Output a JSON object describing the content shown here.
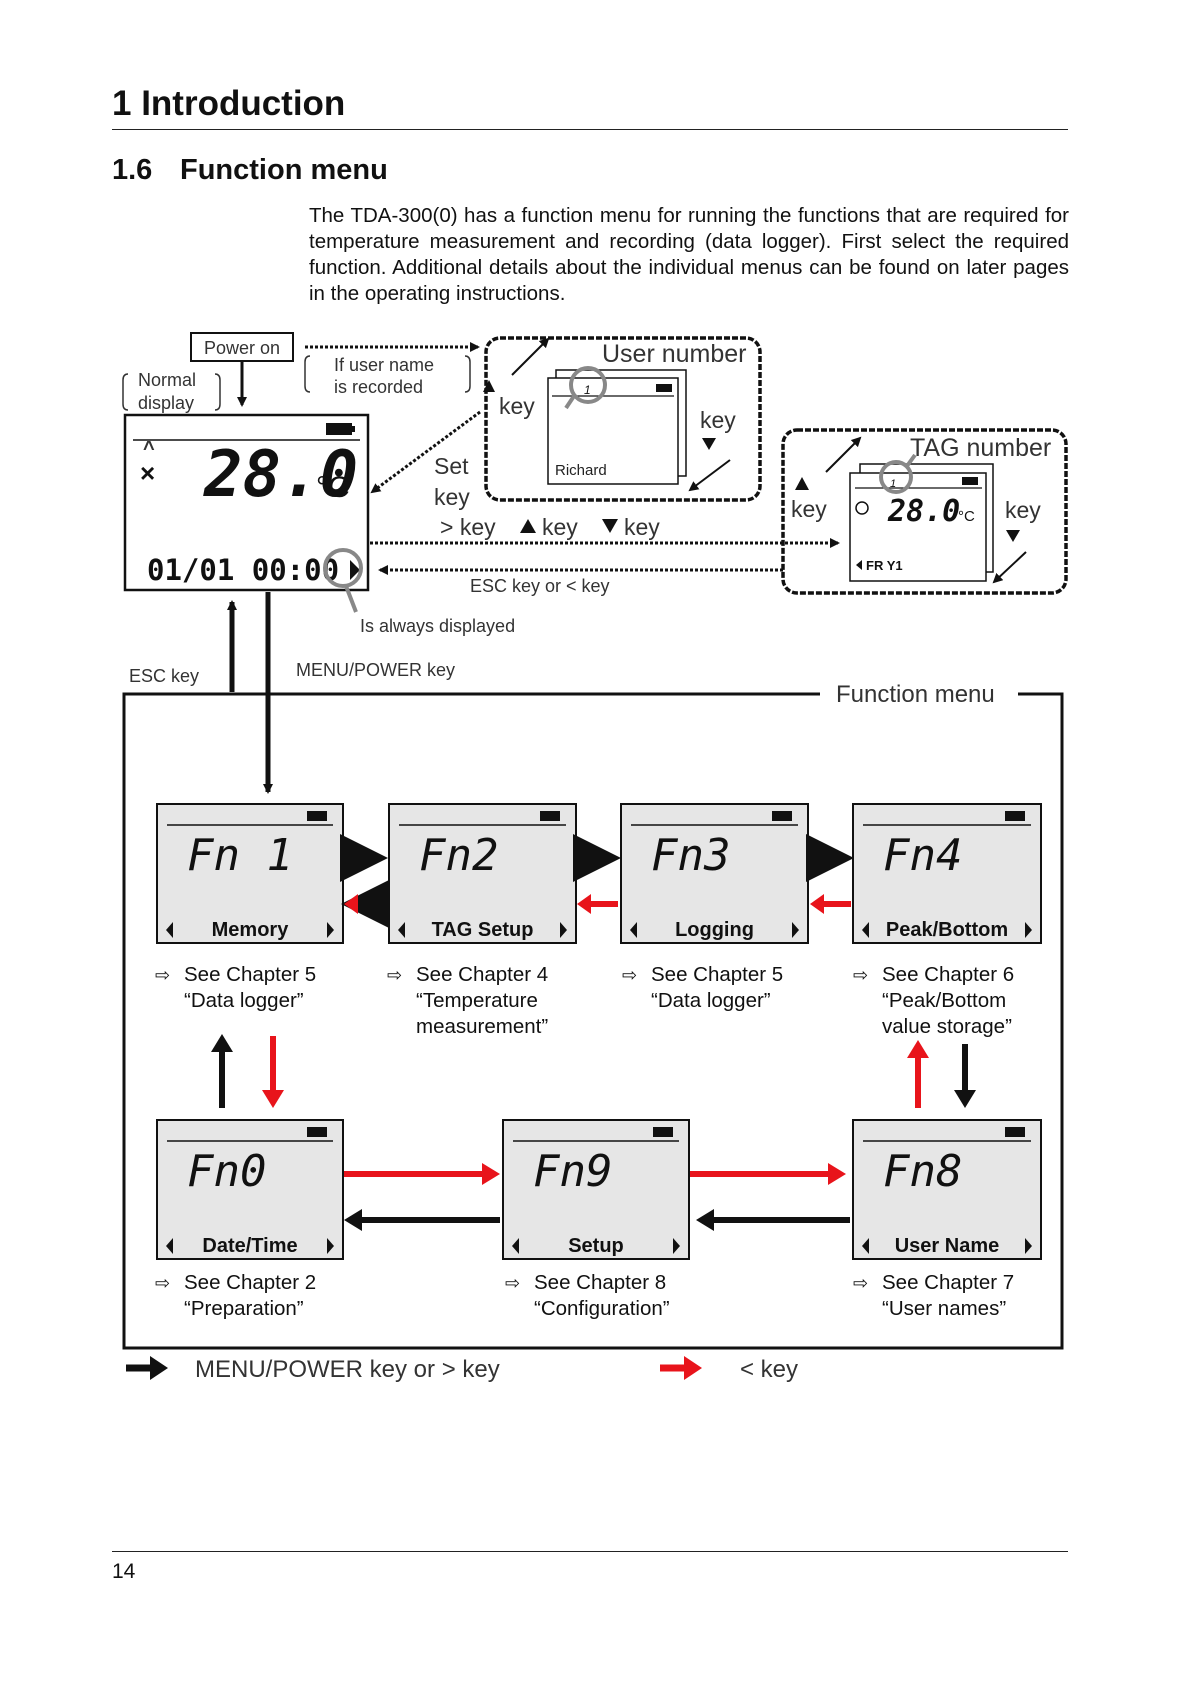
{
  "header": {
    "chapter": "1 Introduction",
    "section_number": "1.6",
    "section_title": "Function menu"
  },
  "intro_text": "The TDA-300(0) has a function menu for running the functions that are required for temperature measurement and recording (data logger). First select the required function. Additional details about the individual menus can be found on later pages in the operating instructions.",
  "diagram": {
    "power_on": "Power on",
    "normal_display_1": "Normal",
    "normal_display_2": "display",
    "user_name_note_1": "If user name",
    "user_name_note_2": "is recorded",
    "user_number": "User number",
    "user_key_left": "key",
    "user_key_right": "key",
    "user_name": "Richard",
    "user_id": "1",
    "set_key_1": "Set",
    "set_key_2": "key",
    "main_temp": "28.0",
    "main_unit": "°C",
    "main_datetime": "01/01 00:00",
    "key_row": "> key",
    "key_up": "key",
    "key_down": "key",
    "esc_or_left": "ESC key or < key",
    "always_displayed": "Is always displayed",
    "tag_number": "TAG number",
    "tag_key_left": "key",
    "tag_key_right": "key",
    "tag_id": "1",
    "tag_temp": "28.0",
    "tag_unit": "°C",
    "tag_name": "FR Y1",
    "esc_key": "ESC key",
    "menu_power_key": "MENU/POWER key",
    "function_menu": "Function menu",
    "legend_black": "MENU/POWER key or > key",
    "legend_red": "< key"
  },
  "functions": [
    {
      "code": "Fn 1",
      "label": "Memory",
      "ref1": "See Chapter 5",
      "ref2": "“Data logger”",
      "ref3": ""
    },
    {
      "code": "Fn2",
      "label": "TAG Setup",
      "ref1": "See Chapter 4",
      "ref2": "“Temperature",
      "ref3": "measurement”"
    },
    {
      "code": "Fn3",
      "label": "Logging",
      "ref1": "See Chapter 5",
      "ref2": "“Data logger”",
      "ref3": ""
    },
    {
      "code": "Fn4",
      "label": "Peak/Bottom",
      "ref1": "See Chapter 6",
      "ref2": "“Peak/Bottom",
      "ref3": "value storage”"
    },
    {
      "code": "Fn0",
      "label": "Date/Time",
      "ref1": "See Chapter 2",
      "ref2": "“Preparation”",
      "ref3": ""
    },
    {
      "code": "Fn9",
      "label": "Setup",
      "ref1": "See Chapter 8",
      "ref2": "“Configuration”",
      "ref3": ""
    },
    {
      "code": "Fn8",
      "label": "User Name",
      "ref1": "See Chapter 7",
      "ref2": "“User names”",
      "ref3": ""
    }
  ],
  "ref_arrow": "⇨",
  "page_number": "14",
  "colors": {
    "red_arrow": "#e8141b",
    "lcd_bg": "#e6e6e6",
    "text": "#111111"
  }
}
